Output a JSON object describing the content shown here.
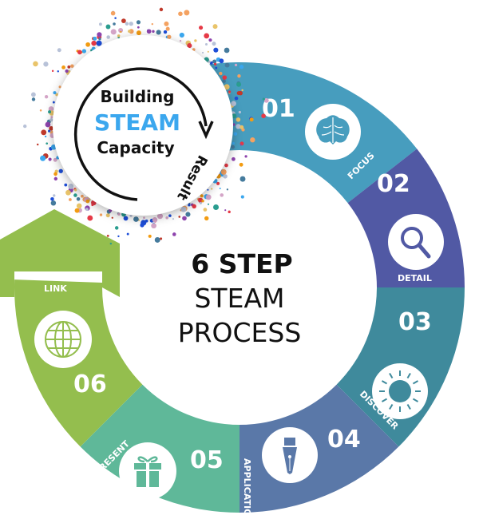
{
  "title": {
    "line1": "6 STEP",
    "line2": "STEAM",
    "line3": "PROCESS"
  },
  "hub": {
    "line1": "Building",
    "line2": "STEAM",
    "line3": "Capacity",
    "result": "Result",
    "accent": "#3BA7EE"
  },
  "steps": [
    {
      "number": "01",
      "label": "FOCUS",
      "icon": "brain-icon",
      "color": "#479DBE"
    },
    {
      "number": "02",
      "label": "DETAIL",
      "icon": "magnifier-icon",
      "color": "#5159A4"
    },
    {
      "number": "03",
      "label": "DISCOVER",
      "icon": "sun-icon",
      "color": "#3F8A9C"
    },
    {
      "number": "04",
      "label": "APPLICATION",
      "icon": "pen-nib-icon",
      "color": "#5A78A8"
    },
    {
      "number": "05",
      "label": "PRESENT",
      "icon": "gift-icon",
      "color": "#5FB899"
    },
    {
      "number": "06",
      "label": "LINK",
      "icon": "globe-icon",
      "color": "#94BE4E"
    }
  ]
}
